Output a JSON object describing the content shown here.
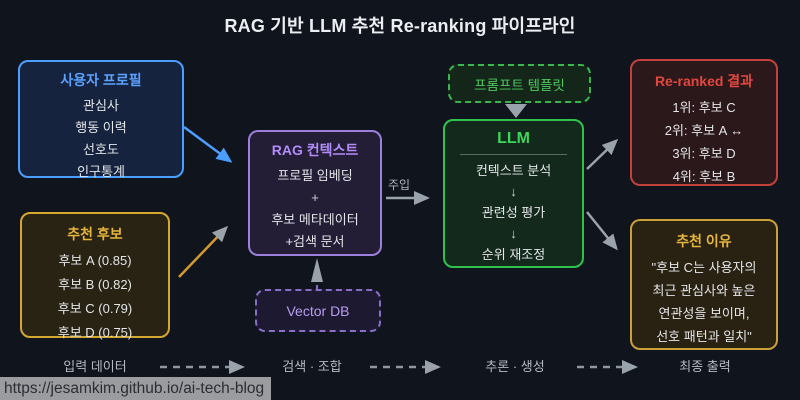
{
  "title": "RAG 기반 LLM 추천 Re-ranking 파이프라인",
  "nodes": {
    "user_profile": {
      "title": "사용자 프로필",
      "items": [
        "관심사",
        "행동 이력",
        "선호도",
        "인구통계"
      ]
    },
    "candidates": {
      "title": "추천 후보",
      "items": [
        "후보 A (0.85)",
        "후보 B (0.82)",
        "후보 C (0.79)",
        "후보 D (0.75)"
      ]
    },
    "rag_context": {
      "title": "RAG 컨텍스트",
      "items": [
        "프로필 임베딩",
        "+",
        "후보 메타데이터",
        "+검색 문서"
      ]
    },
    "vector_db": {
      "title": "Vector DB"
    },
    "prompt_template": {
      "title": "프롬프트 템플릿"
    },
    "llm": {
      "title": "LLM",
      "items": [
        "컨텍스트 분석",
        "↓",
        "관련성 평가",
        "↓",
        "순위 재조정"
      ]
    },
    "reranked": {
      "title": "Re-ranked 결과",
      "items": [
        "1위: 후보 C",
        "2위: 후보 A ↔",
        "3위: 후보 D",
        "4위: 후보 B"
      ]
    },
    "reason": {
      "title": "추천 이유",
      "lines": [
        "\"후보 C는 사용자의",
        "최근 관심사와 높은",
        "연관성을 보이며,",
        "선호 패턴과 일치\""
      ]
    }
  },
  "edges": {
    "inject": "주입"
  },
  "flow": {
    "stages": [
      "입력 데이터",
      "검색 · 조합",
      "추론 · 생성",
      "최종 출력"
    ]
  },
  "status_bar": {
    "url": "https://jesamkim.github.io/ai-tech-blog"
  },
  "colors": {
    "background": "#0f141d",
    "user_profile_accent": "#4a9eff",
    "candidates_accent": "#d4a72e",
    "rag_accent": "#9d80dc",
    "vector_db_accent": "#8a6fc8",
    "prompt_accent": "#3bb54d",
    "llm_accent": "#2fc24c",
    "reranked_accent": "#d9453c",
    "reason_accent": "#c9a138",
    "arrow_gray": "#9aa2ac"
  }
}
